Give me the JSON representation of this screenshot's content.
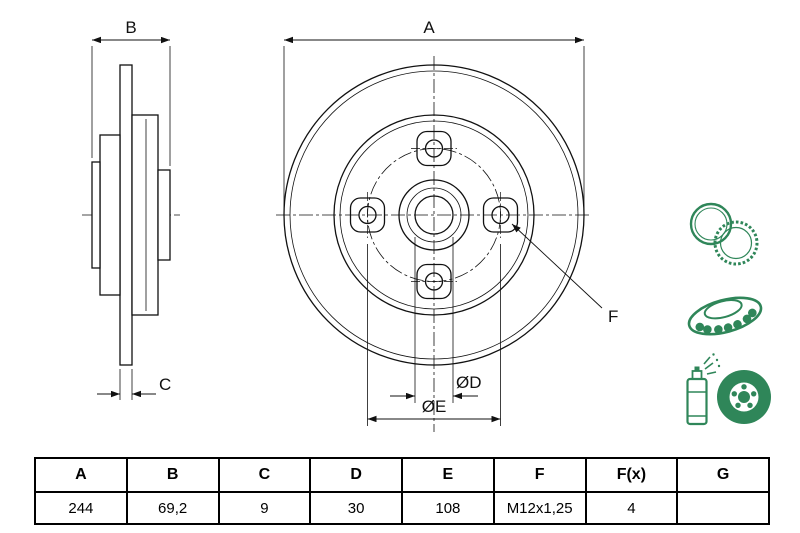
{
  "colors": {
    "line": "#111111",
    "icon_green": "#2f8659"
  },
  "drawing": {
    "labels": {
      "a": "A",
      "b": "B",
      "c": "C",
      "f": "F",
      "dia_d": "ØD",
      "dia_e": "ØE"
    }
  },
  "table": {
    "headers": [
      "A",
      "B",
      "C",
      "D",
      "E",
      "F",
      "F(x)",
      "G"
    ],
    "values": [
      "244",
      "69,2",
      "9",
      "30",
      "108",
      "M12x1,25",
      "4",
      ""
    ]
  }
}
